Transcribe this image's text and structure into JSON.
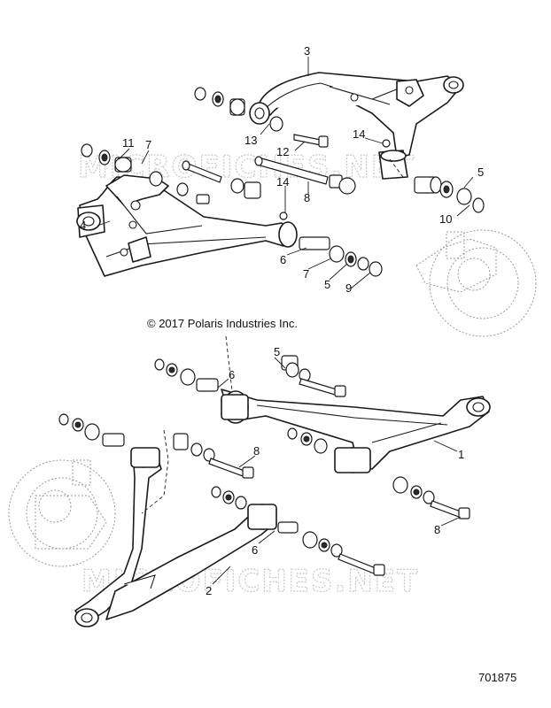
{
  "copyright": "© 2017 Polaris Industries Inc.",
  "figure_number": "701875",
  "watermark": "MICROFICHES.NET",
  "callouts": {
    "c1": "1",
    "c2": "2",
    "c3": "3",
    "c4": "4",
    "c5a": "5",
    "c5b": "5",
    "c5c": "5",
    "c6a": "6",
    "c6b": "6",
    "c6c": "6",
    "c7a": "7",
    "c7b": "7",
    "c8a": "8",
    "c8b": "8",
    "c8c": "8",
    "c9": "9",
    "c10": "10",
    "c11": "11",
    "c12": "12",
    "c13": "13",
    "c14a": "14",
    "c14b": "14"
  }
}
